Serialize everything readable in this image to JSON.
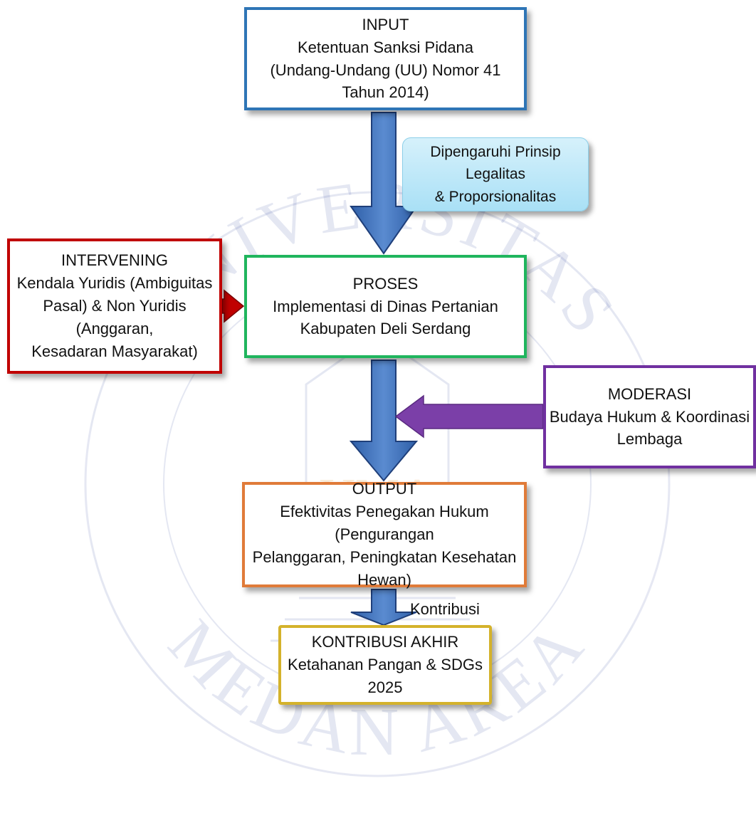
{
  "watermark": {
    "top_text": "UNIVERSITAS",
    "bottom_text": "MEDAN AREA",
    "logo_letters": "UMA"
  },
  "input": {
    "title": "INPUT",
    "line1": "Ketentuan Sanksi Pidana",
    "line2": "(Undang-Undang (UU) Nomor 41 Tahun 2014)"
  },
  "influence_note": {
    "line1": "Dipengaruhi Prinsip Legalitas",
    "line2": "& Proporsionalitas"
  },
  "intervening": {
    "title": "INTERVENING",
    "line1": "Kendala Yuridis (Ambiguitas",
    "line2": "Pasal) & Non Yuridis (Anggaran,",
    "line3": "Kesadaran Masyarakat)"
  },
  "proses": {
    "title": "PROSES",
    "line1": "Implementasi di Dinas Pertanian",
    "line2": "Kabupaten Deli Serdang"
  },
  "moderasi": {
    "title": "MODERASI",
    "line1": "Budaya Hukum & Koordinasi",
    "line2": "Lembaga"
  },
  "output": {
    "title": "OUTPUT",
    "line1": "Efektivitas Penegakan Hukum (Pengurangan",
    "line2": "Pelanggaran, Peningkatan Kesehatan Hewan)"
  },
  "contribution_label": "Kontribusi",
  "final": {
    "title": "KONTRIBUSI AKHIR",
    "line1": "Ketahanan Pangan & SDGs 2025"
  },
  "colors": {
    "input_border": "#2e75b6",
    "proses_border": "#1fb55d",
    "intervening_border": "#c00000",
    "moderasi_border": "#7030a0",
    "output_border": "#e07b39",
    "final_border": "#d4b22b",
    "flow_arrow": "#3d6fb8",
    "intervening_arrow": "#c00000",
    "moderasi_arrow": "#7b3fa8"
  }
}
